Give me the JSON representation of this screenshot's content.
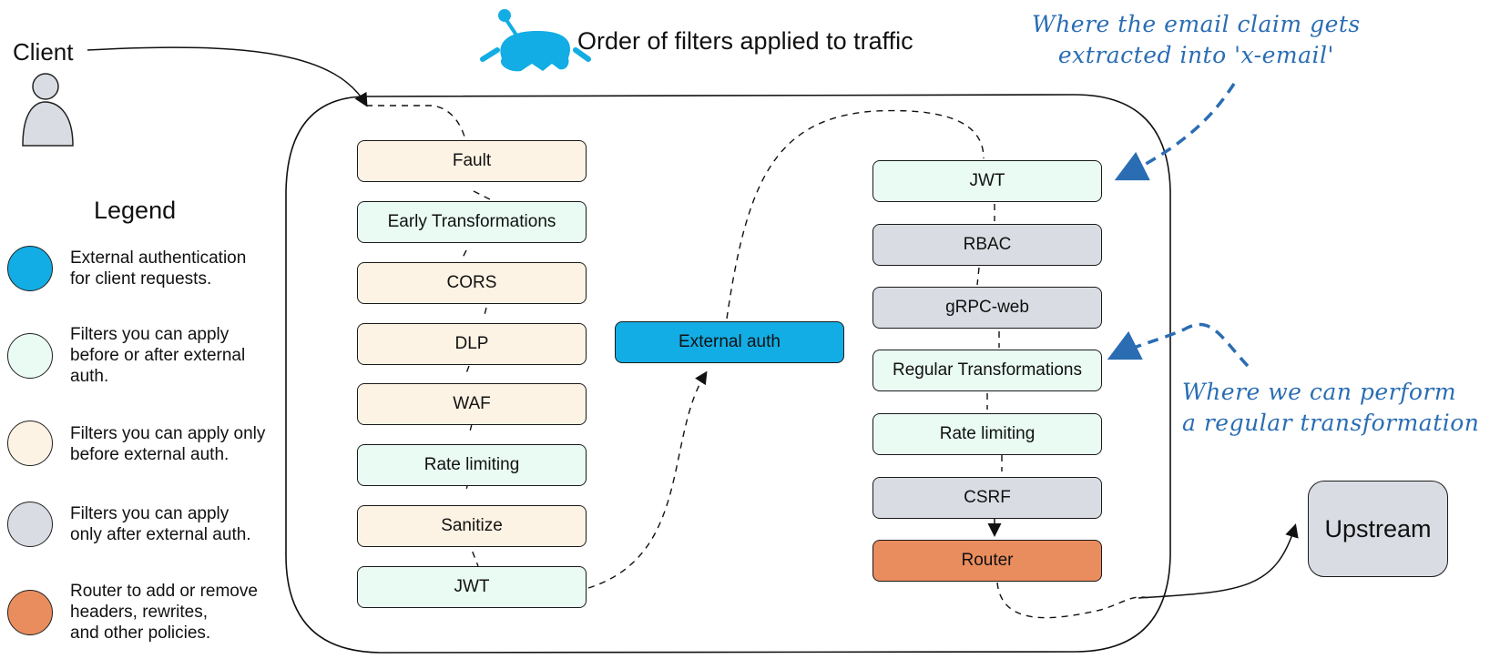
{
  "title": "Order of filters applied to traffic",
  "client_label": "Client",
  "upstream_label": "Upstream",
  "legend": {
    "heading": "Legend",
    "items": [
      {
        "color": "#12ade4",
        "text": "External authentication\nfor client requests."
      },
      {
        "color": "#e9fbf3",
        "text": "Filters you can apply\nbefore or after external\nauth."
      },
      {
        "color": "#fdf3e4",
        "text": "Filters you can apply only\nbefore external auth."
      },
      {
        "color": "#d9dde3",
        "text": "Filters you can apply\nonly after external auth."
      },
      {
        "color": "#e98d5e",
        "text": "Router to add or remove\nheaders, rewrites,\nand other policies."
      }
    ]
  },
  "pre_auth_filters": [
    "Fault",
    "Early Transformations",
    "CORS",
    "DLP",
    "WAF",
    "Rate limiting",
    "Sanitize",
    "JWT"
  ],
  "external_auth": "External auth",
  "post_auth_filters": [
    "JWT",
    "RBAC",
    "gRPC-web",
    "Regular Transformations",
    "Rate limiting",
    "CSRF",
    "Router"
  ],
  "annotations": {
    "email_claim": "Where the email claim gets\nextracted into 'x-email'",
    "regular_transformation": "Where we can perform\na regular transformation"
  },
  "colors": {
    "external_auth": "#12ade4",
    "before_or_after": "#e9fbf3",
    "before_only": "#fdf3e4",
    "after_only": "#d9dde3",
    "router": "#e98d5e",
    "annotation": "#2a6db3"
  }
}
